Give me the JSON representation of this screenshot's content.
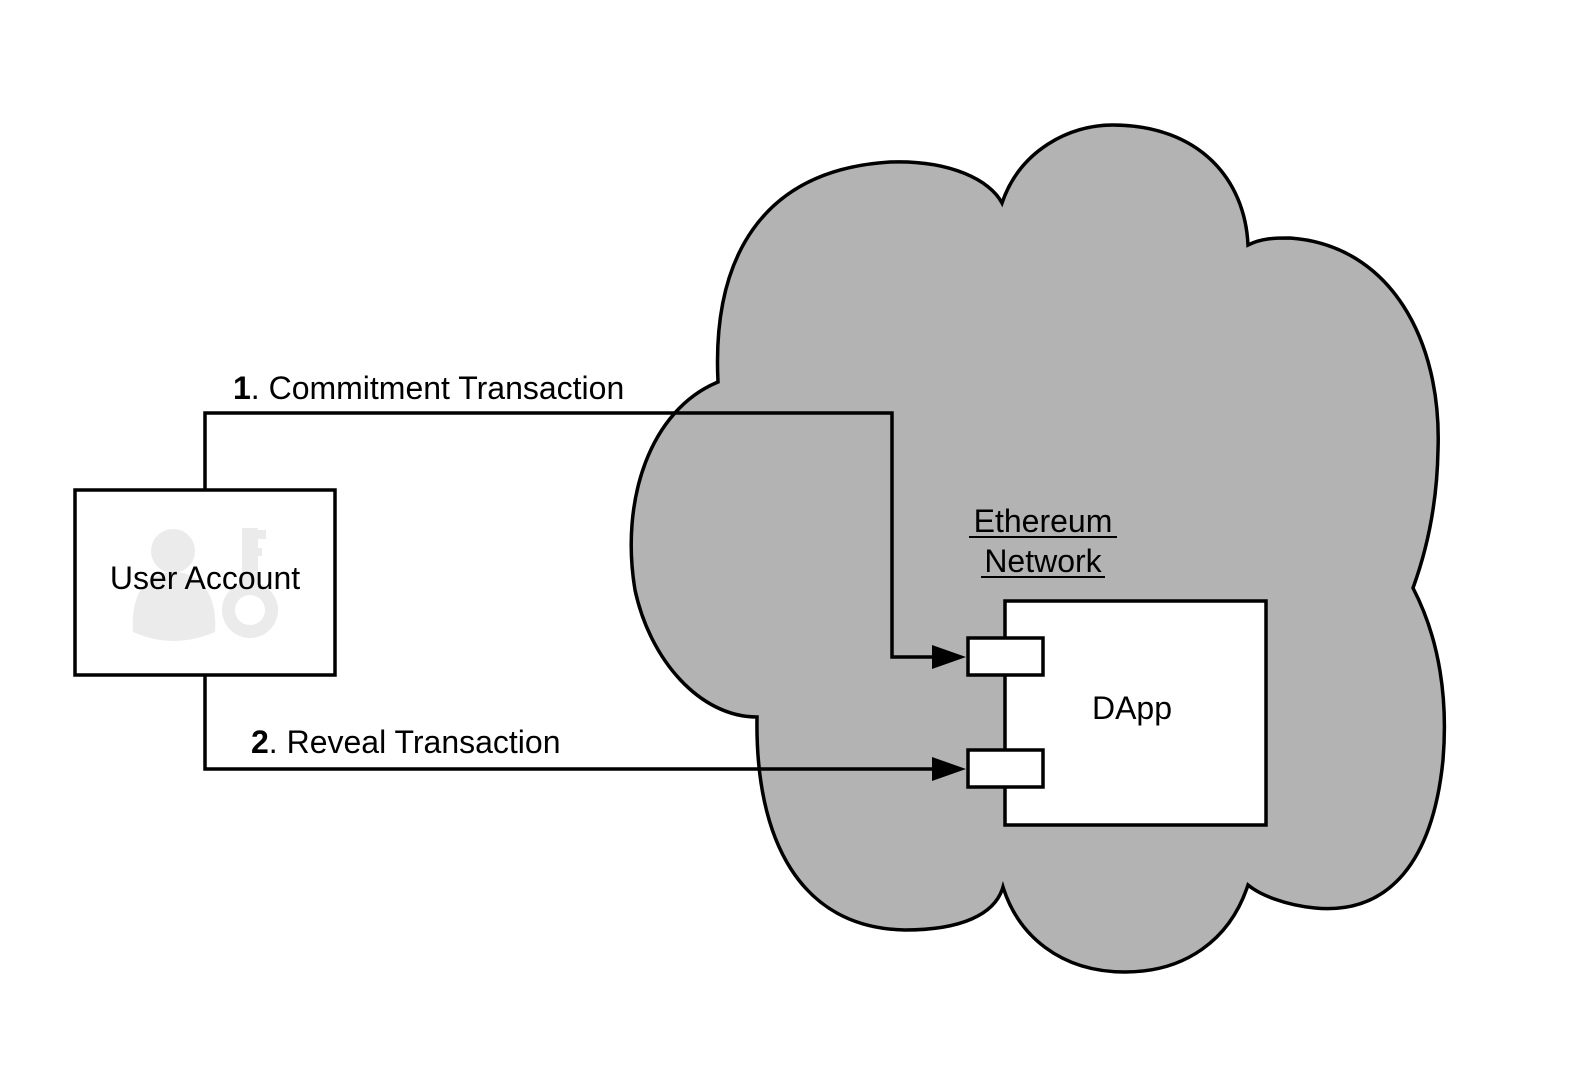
{
  "diagram": {
    "user_account": {
      "label": "User Account",
      "icon": "user-key-icon"
    },
    "network": {
      "line1": "Ethereum",
      "line2": "Network"
    },
    "dapp": {
      "label": "DApp"
    },
    "transactions": [
      {
        "number": "1",
        "label": ". Commitment Transaction"
      },
      {
        "number": "2",
        "label": ". Reveal Transaction"
      }
    ],
    "colors": {
      "cloud_fill": "#b3b3b3",
      "stroke": "#000000",
      "box_fill": "#ffffff",
      "icon": "#ebebeb"
    }
  }
}
